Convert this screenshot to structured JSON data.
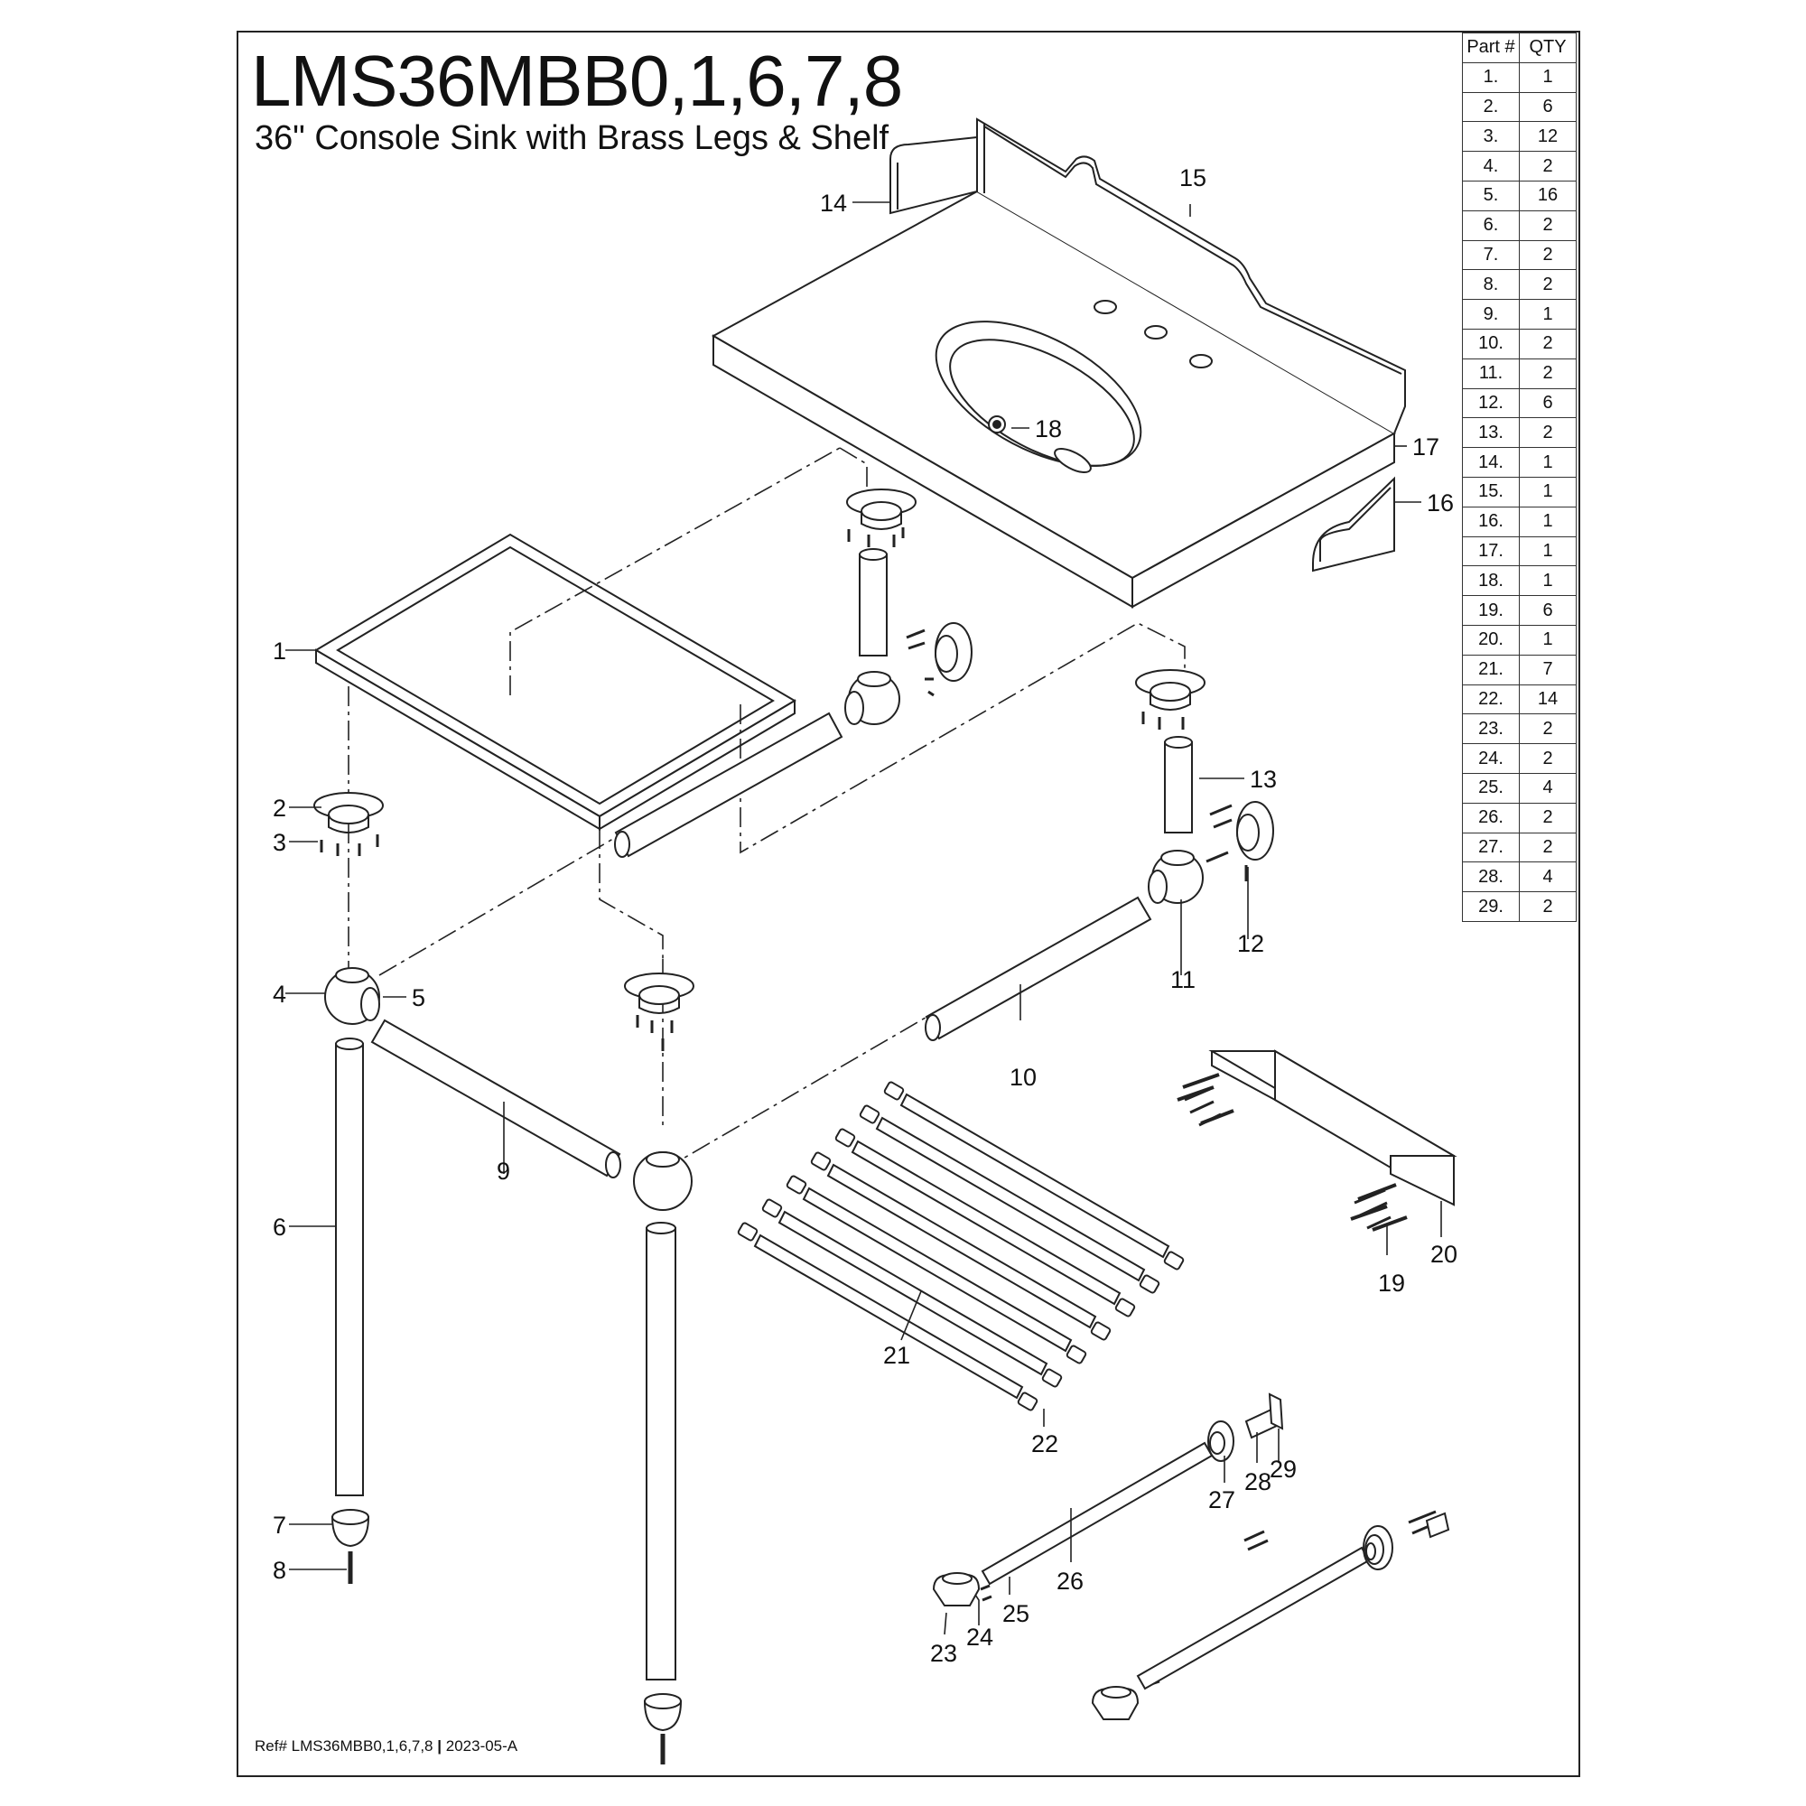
{
  "header": {
    "title": "LMS36MBB0,1,6,7,8",
    "subtitle": "36\" Console Sink with Brass Legs & Shelf"
  },
  "footer": {
    "ref_prefix": "Ref# LMS36MBB0,1,6,7,8",
    "separator": "|",
    "ref_date": "2023-05-A"
  },
  "parts_table": {
    "headers": [
      "Part #",
      "QTY"
    ],
    "rows": [
      {
        "part": "1.",
        "qty": "1"
      },
      {
        "part": "2.",
        "qty": "6"
      },
      {
        "part": "3.",
        "qty": "12"
      },
      {
        "part": "4.",
        "qty": "2"
      },
      {
        "part": "5.",
        "qty": "16"
      },
      {
        "part": "6.",
        "qty": "2"
      },
      {
        "part": "7.",
        "qty": "2"
      },
      {
        "part": "8.",
        "qty": "2"
      },
      {
        "part": "9.",
        "qty": "1"
      },
      {
        "part": "10.",
        "qty": "2"
      },
      {
        "part": "11.",
        "qty": "2"
      },
      {
        "part": "12.",
        "qty": "6"
      },
      {
        "part": "13.",
        "qty": "2"
      },
      {
        "part": "14.",
        "qty": "1"
      },
      {
        "part": "15.",
        "qty": "1"
      },
      {
        "part": "16.",
        "qty": "1"
      },
      {
        "part": "17.",
        "qty": "1"
      },
      {
        "part": "18.",
        "qty": "1"
      },
      {
        "part": "19.",
        "qty": "6"
      },
      {
        "part": "20.",
        "qty": "1"
      },
      {
        "part": "21.",
        "qty": "7"
      },
      {
        "part": "22.",
        "qty": "14"
      },
      {
        "part": "23.",
        "qty": "2"
      },
      {
        "part": "24.",
        "qty": "2"
      },
      {
        "part": "25.",
        "qty": "4"
      },
      {
        "part": "26.",
        "qty": "2"
      },
      {
        "part": "27.",
        "qty": "2"
      },
      {
        "part": "28.",
        "qty": "4"
      },
      {
        "part": "29.",
        "qty": "2"
      }
    ]
  },
  "callouts": {
    "c1": "1",
    "c2": "2",
    "c3": "3",
    "c4": "4",
    "c5": "5",
    "c6": "6",
    "c7": "7",
    "c8": "8",
    "c9": "9",
    "c10": "10",
    "c11": "11",
    "c12": "12",
    "c13": "13",
    "c14": "14",
    "c15": "15",
    "c16": "16",
    "c17": "17",
    "c18": "18",
    "c19": "19",
    "c20": "20",
    "c21": "21",
    "c22": "22",
    "c23": "23",
    "c24": "24",
    "c25": "25",
    "c26": "26",
    "c27": "27",
    "c28": "28",
    "c29": "29"
  },
  "colors": {
    "line": "#222222",
    "background": "#ffffff"
  }
}
